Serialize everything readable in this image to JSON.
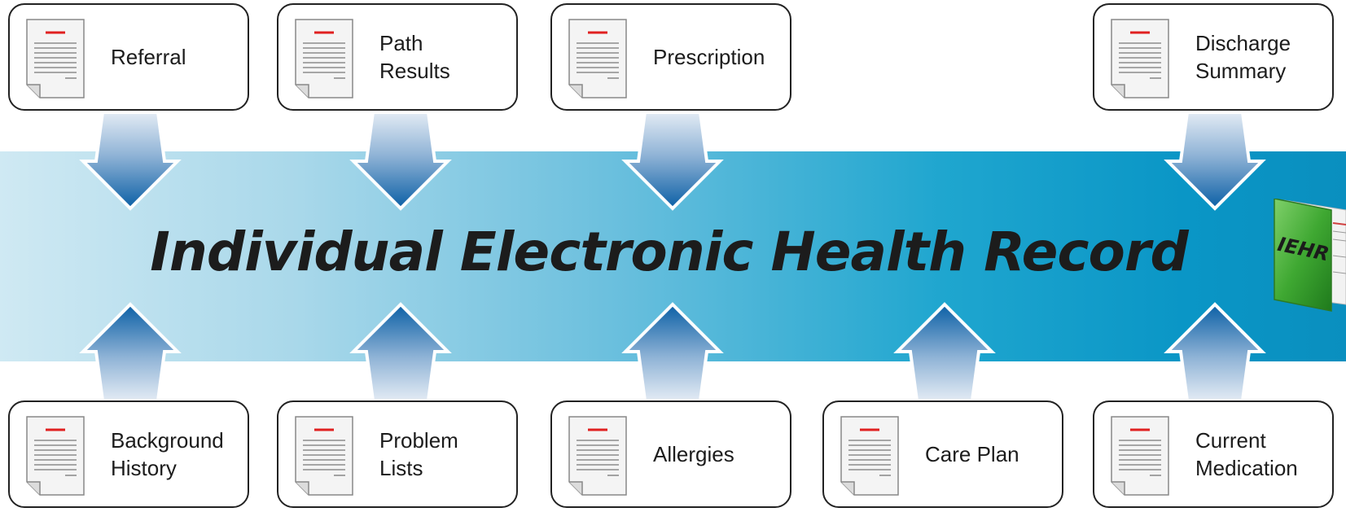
{
  "title": "Individual Electronic Health Record",
  "book_label": "IEHR",
  "top_boxes": [
    {
      "label": "Referral"
    },
    {
      "label": "Path\nResults"
    },
    {
      "label": "Prescription"
    },
    {
      "label": "Discharge\nSummary"
    }
  ],
  "bottom_boxes": [
    {
      "label": "Background\nHistory"
    },
    {
      "label": "Problem\nLists"
    },
    {
      "label": "Allergies"
    },
    {
      "label": "Care Plan"
    },
    {
      "label": "Current\nMedication"
    }
  ],
  "colors": {
    "band_start": "#cfe9f3",
    "band_end": "#0a8fbf",
    "arrow_light": "#d6e2ef",
    "arrow_dark": "#0b63a8",
    "doc_red_line": "#e02020",
    "book_green": "#3fa832"
  }
}
